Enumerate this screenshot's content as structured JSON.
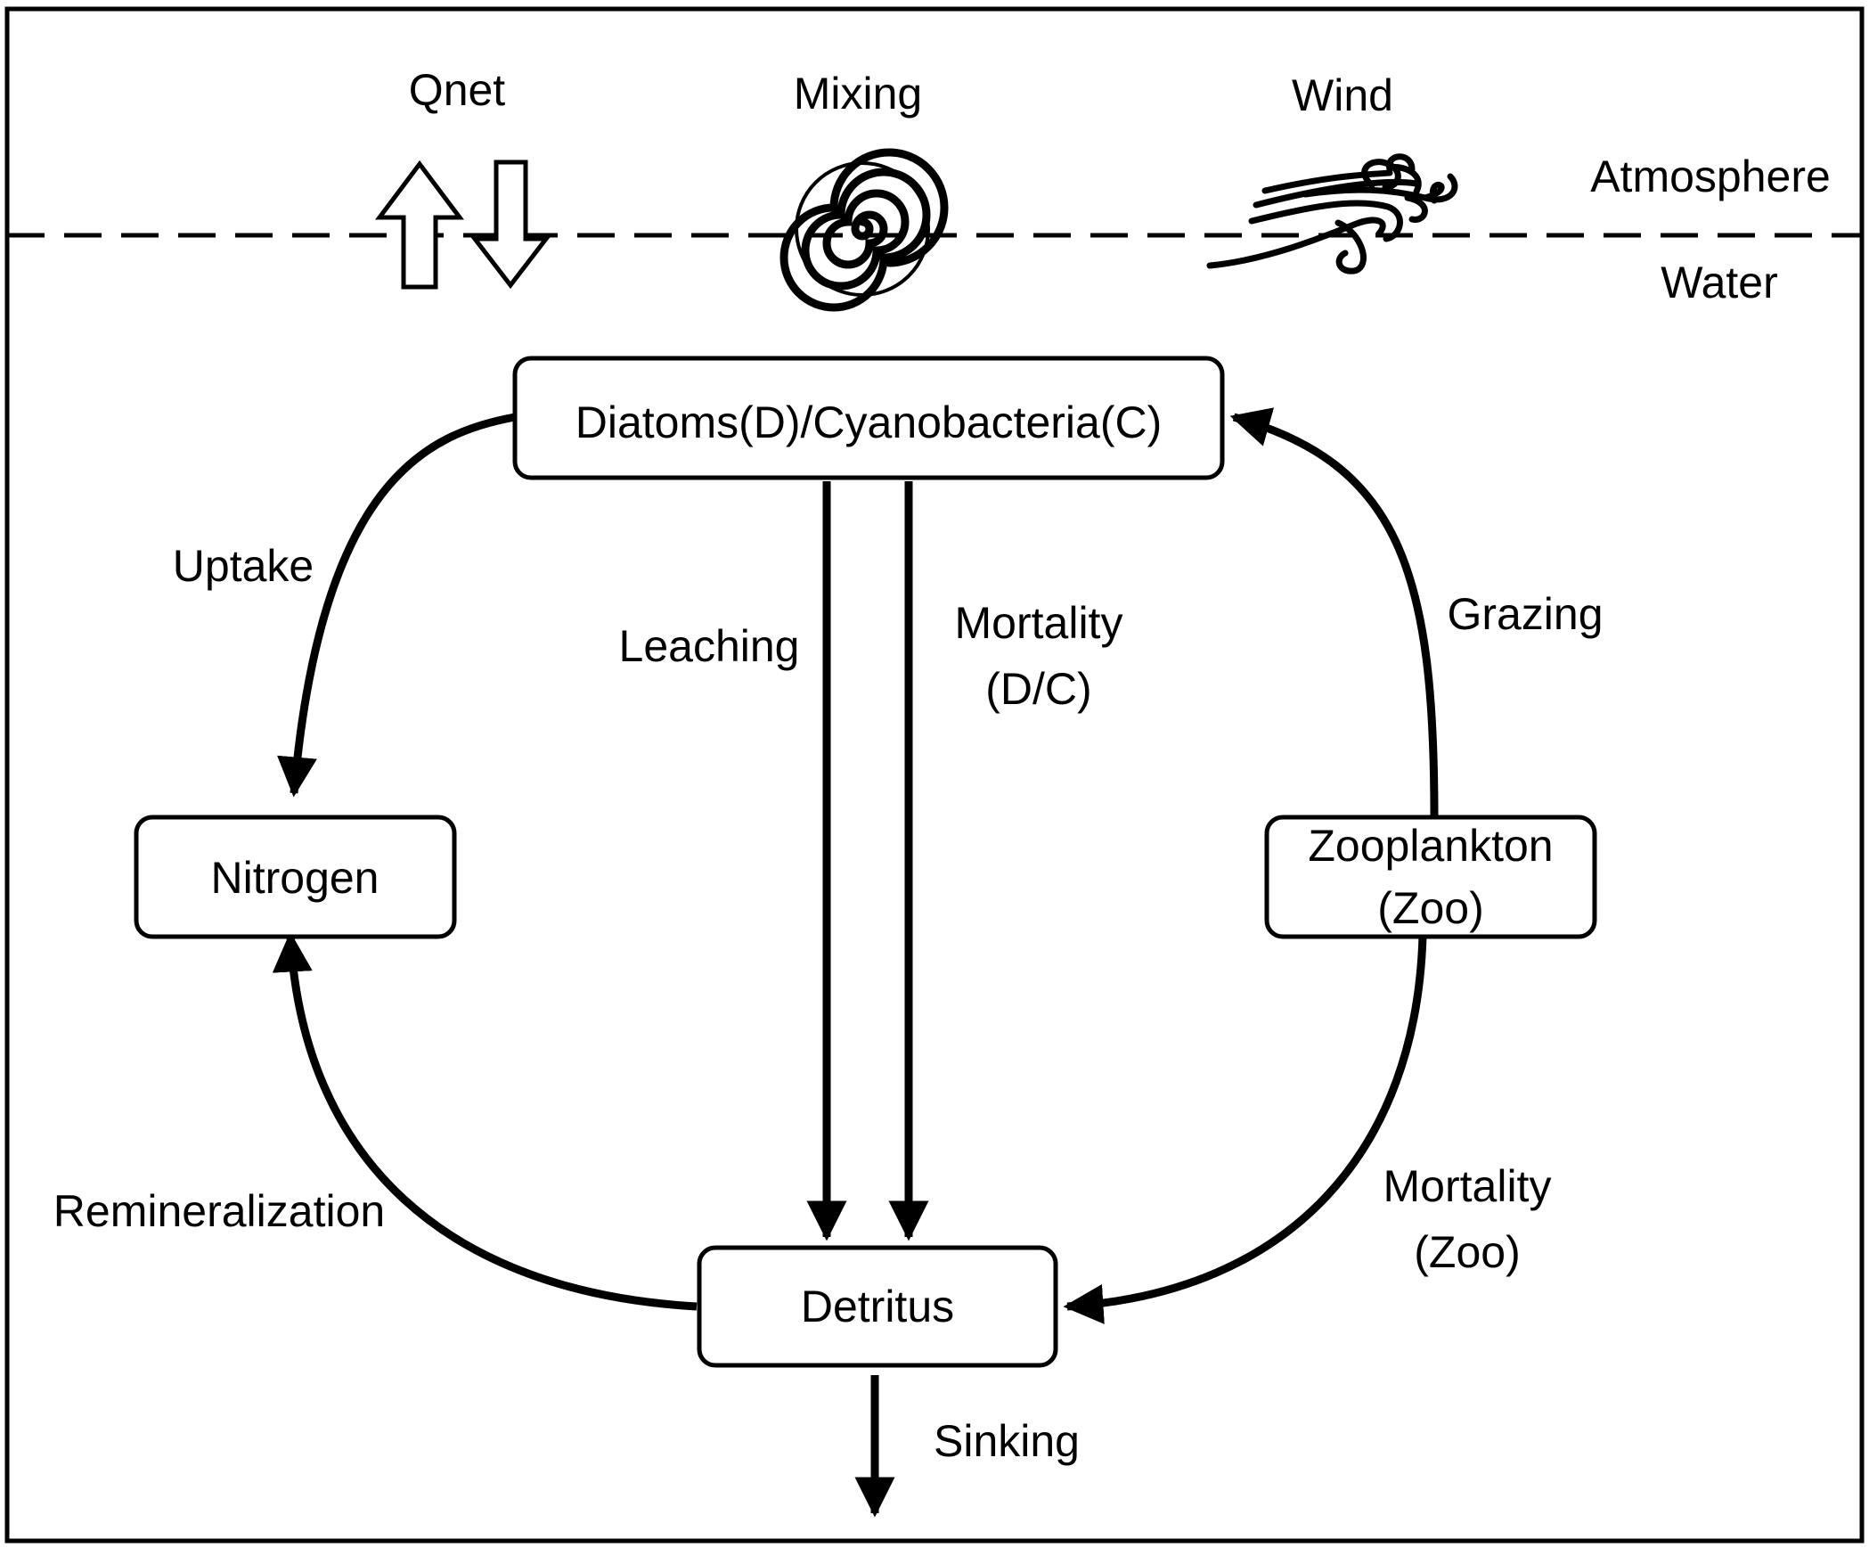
{
  "forcing": {
    "qnet": "Qnet",
    "mixing": "Mixing",
    "wind": "Wind"
  },
  "layers": {
    "atmosphere": "Atmosphere",
    "water": "Water"
  },
  "boxes": {
    "phyto": "Diatoms(D)/Cyanobacteria(C)",
    "nitrogen": "Nitrogen",
    "zooplankton_line1": "Zooplankton",
    "zooplankton_line2": "(Zoo)",
    "detritus": "Detritus"
  },
  "processes": {
    "uptake": "Uptake",
    "leaching": "Leaching",
    "mortality_dc_line1": "Mortality",
    "mortality_dc_line2": "(D/C)",
    "grazing": "Grazing",
    "mortality_zoo_line1": "Mortality",
    "mortality_zoo_line2": "(Zoo)",
    "remineralization": "Remineralization",
    "sinking": "Sinking"
  }
}
